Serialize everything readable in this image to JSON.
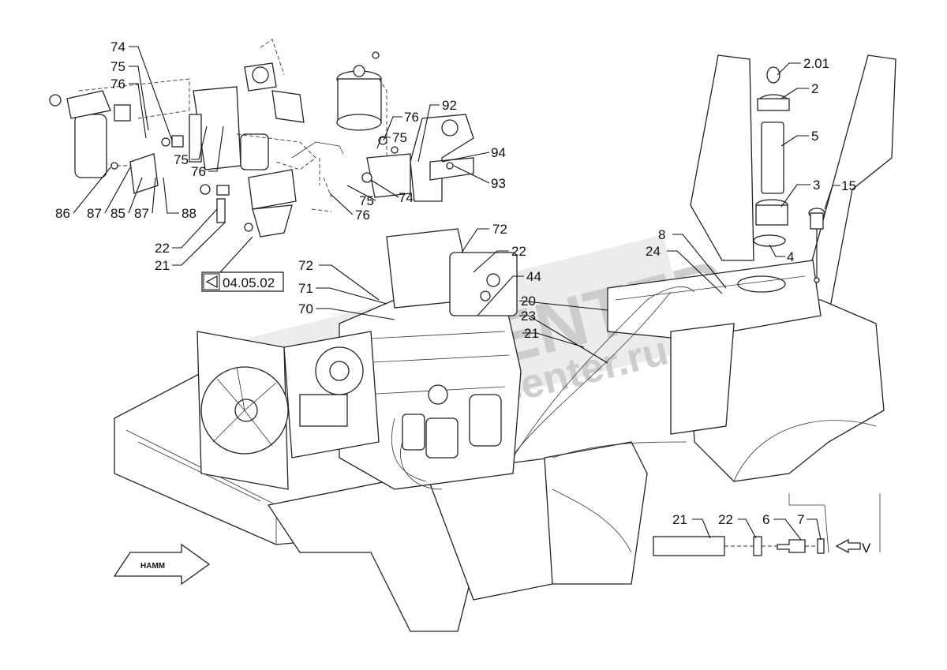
{
  "diagram": {
    "page_reference": "04.05.02",
    "watermark_main": "CENTER",
    "watermark_sub": "center.ru",
    "arrow_logo": "HAMM",
    "view_marker": "V",
    "callouts": {
      "c74a": "74",
      "c75a": "75",
      "c76a": "76",
      "c75b": "75",
      "c76b": "76",
      "c86": "86",
      "c87a": "87",
      "c85": "85",
      "c87b": "87",
      "c88": "88",
      "c22a": "22",
      "c21a": "21",
      "c92": "92",
      "c76c": "76",
      "c75c": "75",
      "c94": "94",
      "c93": "93",
      "c75d": "75",
      "c74b": "74",
      "c76d": "76",
      "c201": "2.01",
      "c2": "2",
      "c5": "5",
      "c3": "3",
      "c15": "15",
      "c4": "4",
      "c8": "8",
      "c24": "24",
      "c72a": "72",
      "c22b": "22",
      "c72b": "72",
      "c44": "44",
      "c71": "71",
      "c70": "70",
      "c20": "20",
      "c23": "23",
      "c21b": "21",
      "c21c": "21",
      "c22c": "22",
      "c6": "6",
      "c7": "7"
    }
  }
}
